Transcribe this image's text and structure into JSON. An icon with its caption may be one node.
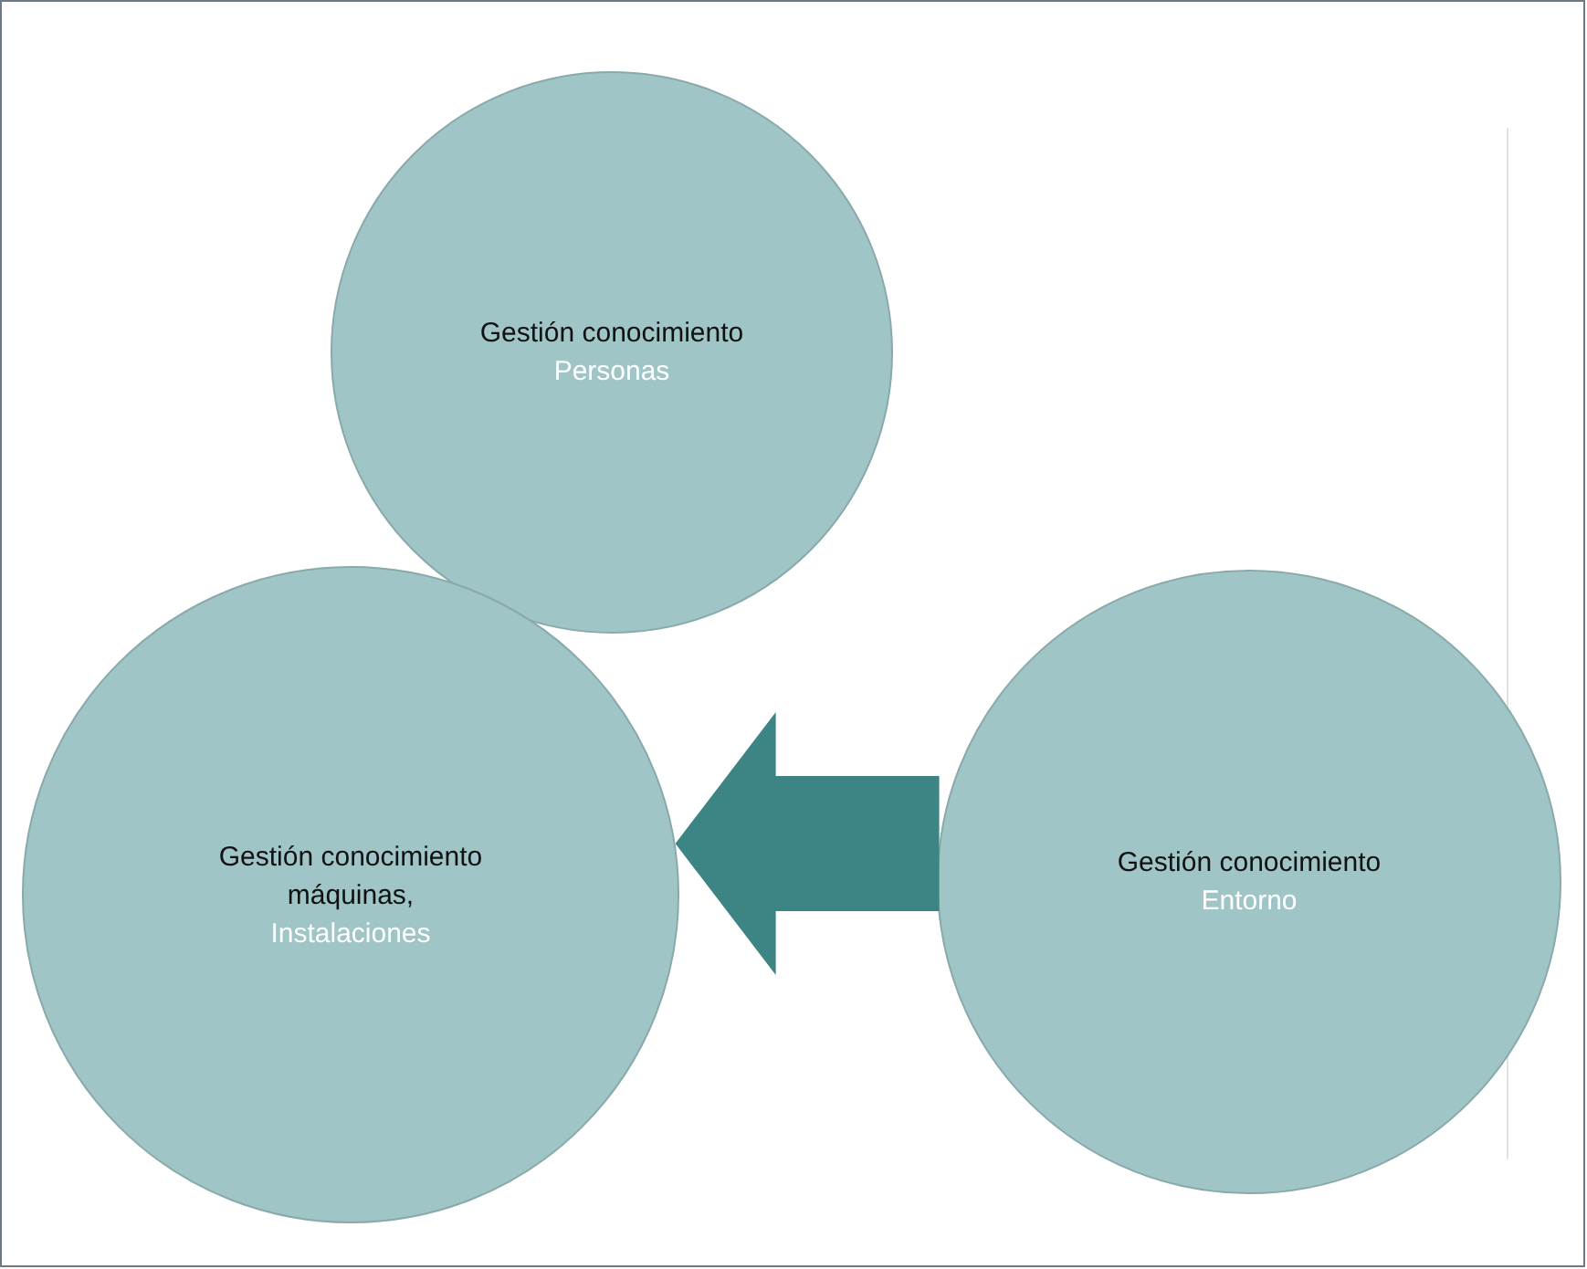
{
  "diagram": {
    "nodes": [
      {
        "text": [
          "Gestión conocimiento",
          "Personas"
        ]
      },
      {
        "text": [
          "Gestión conocimiento máquinas,",
          "Instalaciones"
        ]
      },
      {
        "text": [
          "Gestión conocimiento",
          "Entorno"
        ]
      }
    ],
    "edges": [
      {
        "from": 2,
        "to": 1,
        "arrow": "to",
        "style": "thick",
        "color": "#3d8585"
      }
    ]
  }
}
